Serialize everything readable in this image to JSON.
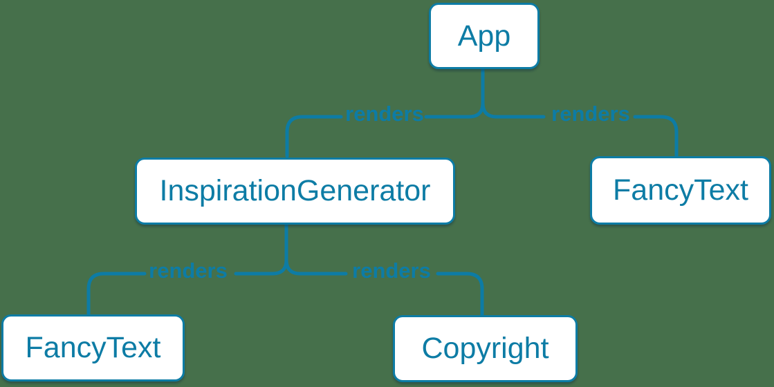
{
  "diagram": {
    "colors": {
      "background": "#46704B",
      "stroke": "#0D7CA5",
      "node_fill": "#FFFFFF"
    },
    "nodes": [
      {
        "id": "app",
        "label": "App"
      },
      {
        "id": "inspiration-generator",
        "label": "InspirationGenerator"
      },
      {
        "id": "fancy-text-top",
        "label": "FancyText"
      },
      {
        "id": "fancy-text-bottom",
        "label": "FancyText"
      },
      {
        "id": "copyright",
        "label": "Copyright"
      }
    ],
    "edges": [
      {
        "from": "App",
        "to": "InspirationGenerator",
        "label": "renders"
      },
      {
        "from": "App",
        "to": "FancyText",
        "label": "renders"
      },
      {
        "from": "InspirationGenerator",
        "to": "FancyText",
        "label": "renders"
      },
      {
        "from": "InspirationGenerator",
        "to": "Copyright",
        "label": "renders"
      }
    ]
  }
}
